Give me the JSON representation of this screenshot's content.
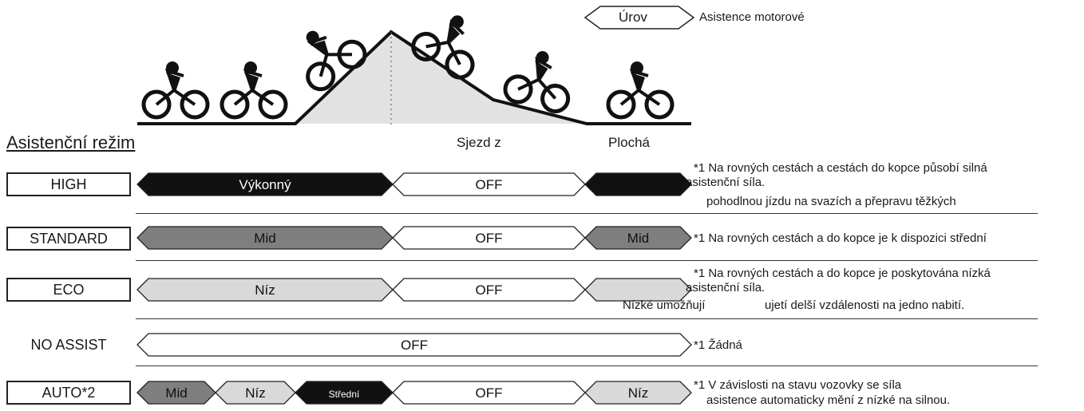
{
  "legend": {
    "box_label": "Úrov",
    "text": "Asistence motorové"
  },
  "section_title": "Asistenční režim",
  "terrain_labels": {
    "downhill": "Sjezd z",
    "flat": "Plochá"
  },
  "modes": [
    {
      "name": "HIGH",
      "boxed": true,
      "segments": [
        {
          "label": "Výkonný",
          "fill": "#111111",
          "text_color": "#ffffff"
        },
        {
          "label": "OFF",
          "fill": "#ffffff",
          "text_color": "#111111"
        },
        {
          "label": "",
          "fill": "#111111",
          "text_color": "#ffffff"
        }
      ],
      "notes": [
        "*1 Na rovných cestách a cestách do kopce působí silná",
        "asistenční síla.",
        "pohodlnou jízdu na svazích a přepravu těžkých"
      ]
    },
    {
      "name": "STANDARD",
      "boxed": true,
      "segments": [
        {
          "label": "Mid",
          "fill": "#7f7f7f",
          "text_color": "#111111"
        },
        {
          "label": "OFF",
          "fill": "#ffffff",
          "text_color": "#111111"
        },
        {
          "label": "Mid",
          "fill": "#7f7f7f",
          "text_color": "#111111"
        }
      ],
      "notes": [
        "*1 Na rovných cestách a do kopce je k dispozici střední"
      ]
    },
    {
      "name": "ECO",
      "boxed": true,
      "segments": [
        {
          "label": "Níz",
          "fill": "#d9d9d9",
          "text_color": "#111111"
        },
        {
          "label": "OFF",
          "fill": "#ffffff",
          "text_color": "#111111"
        },
        {
          "label": "",
          "fill": "#d9d9d9",
          "text_color": "#111111"
        }
      ],
      "notes": [
        "*1 Na rovných cestách a do kopce je poskytována nízká",
        "asistenční síla.",
        "Nízké umožňují",
        "ujetí delší vzdálenosti na jedno nabití."
      ]
    },
    {
      "name": "NO ASSIST",
      "boxed": false,
      "segments": [
        {
          "label": "OFF",
          "fill": "#ffffff",
          "text_color": "#111111"
        }
      ],
      "notes": [
        "*1 Žádná"
      ]
    },
    {
      "name": "AUTO*2",
      "boxed": true,
      "segments": [
        {
          "label": "Mid",
          "fill": "#7f7f7f",
          "text_color": "#111111"
        },
        {
          "label": "Níz",
          "fill": "#d9d9d9",
          "text_color": "#111111"
        },
        {
          "label": "Střední",
          "fill": "#111111",
          "text_color": "#ffffff"
        },
        {
          "label": "OFF",
          "fill": "#ffffff",
          "text_color": "#111111"
        },
        {
          "label": "Níz",
          "fill": "#d9d9d9",
          "text_color": "#111111"
        }
      ],
      "notes": [
        "*1 V závislosti na stavu vozovky se síla",
        "asistence automaticky mění z nízké na silnou."
      ]
    }
  ]
}
